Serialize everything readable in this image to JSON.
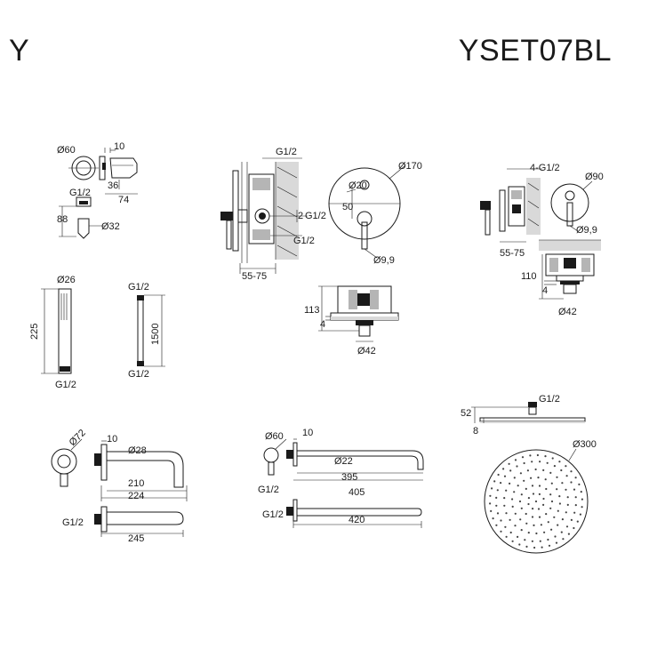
{
  "header": {
    "brand": "Y",
    "model": "YSET07BL"
  },
  "labels": {
    "d60_a": "Ø60",
    "t10_a": "10",
    "g12_a": "G1/2",
    "t36": "36",
    "t74": "74",
    "t88": "88",
    "d32": "Ø32",
    "g12_valve_top": "G1/2",
    "g12_valve_mid": "G1/2",
    "t2": "2",
    "g12_valve_bot": "G1/2",
    "t55_75_a": "55-75",
    "d170": "Ø170",
    "d20": "Ø20",
    "t50": "50",
    "d9_9_a": "Ø9,9",
    "t113": "113",
    "t4_a": "4",
    "d42_a": "Ø42",
    "g4_12": "4-G1/2",
    "d90": "Ø90",
    "d9_9_b": "Ø9,9",
    "t55_75_b": "55-75",
    "t110": "110",
    "t4_b": "4",
    "d42_b": "Ø42",
    "d26": "Ø26",
    "t225": "225",
    "g12_hand": "G1/2",
    "g12_hose_top": "G1/2",
    "t1500": "1500",
    "g12_hose_bot": "G1/2",
    "d72": "Ø72",
    "t10_b": "10",
    "d28": "Ø28",
    "t210": "210",
    "t224": "224",
    "g12_spout": "G1/2",
    "t245": "245",
    "d60_b": "Ø60",
    "t10_c": "10",
    "d22": "Ø22",
    "t395": "395",
    "t405": "405",
    "g12_arm": "G1/2",
    "g12_arm2": "G1/2",
    "t420": "420",
    "g12_head": "G1/2",
    "t52": "52",
    "t8": "8",
    "d300": "Ø300"
  }
}
